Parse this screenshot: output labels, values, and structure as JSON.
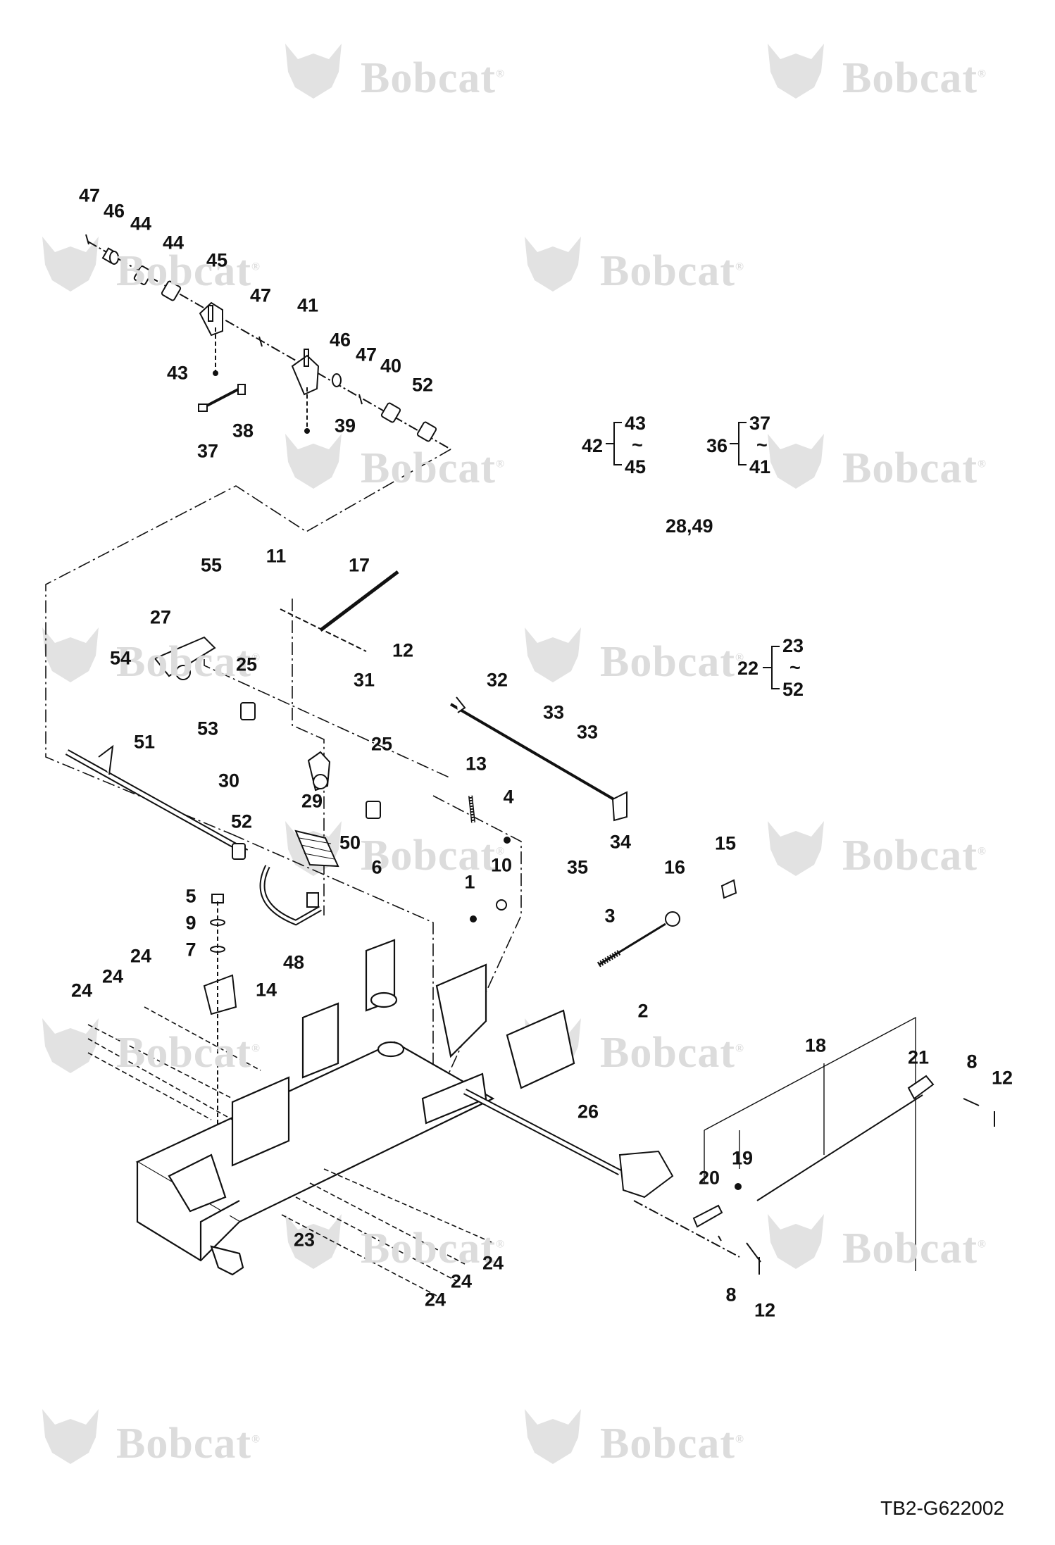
{
  "watermark": {
    "brand": "Bobcat",
    "mark": "®"
  },
  "drawing_code": "TB2-G622002",
  "groups": [
    {
      "id": "42",
      "top": "43",
      "tilde": "~",
      "bottom": "45"
    },
    {
      "id": "36",
      "top": "37",
      "tilde": "~",
      "bottom": "41"
    },
    {
      "id": "22",
      "top": "23",
      "tilde": "~",
      "bottom": "52"
    }
  ],
  "extra_refs": "28,49",
  "callouts": [
    "47",
    "46",
    "44",
    "44",
    "45",
    "47",
    "41",
    "46",
    "47",
    "40",
    "52",
    "43",
    "38",
    "37",
    "39",
    "55",
    "11",
    "17",
    "12",
    "27",
    "54",
    "25",
    "53",
    "31",
    "25",
    "30",
    "29",
    "51",
    "52",
    "50",
    "6",
    "32",
    "33",
    "33",
    "13",
    "4",
    "34",
    "35",
    "1",
    "10",
    "15",
    "16",
    "5",
    "9",
    "7",
    "3",
    "14",
    "48",
    "24",
    "24",
    "24",
    "2",
    "18",
    "21",
    "8",
    "12",
    "26",
    "20",
    "19",
    "23",
    "24",
    "24",
    "24",
    "8",
    "12"
  ]
}
